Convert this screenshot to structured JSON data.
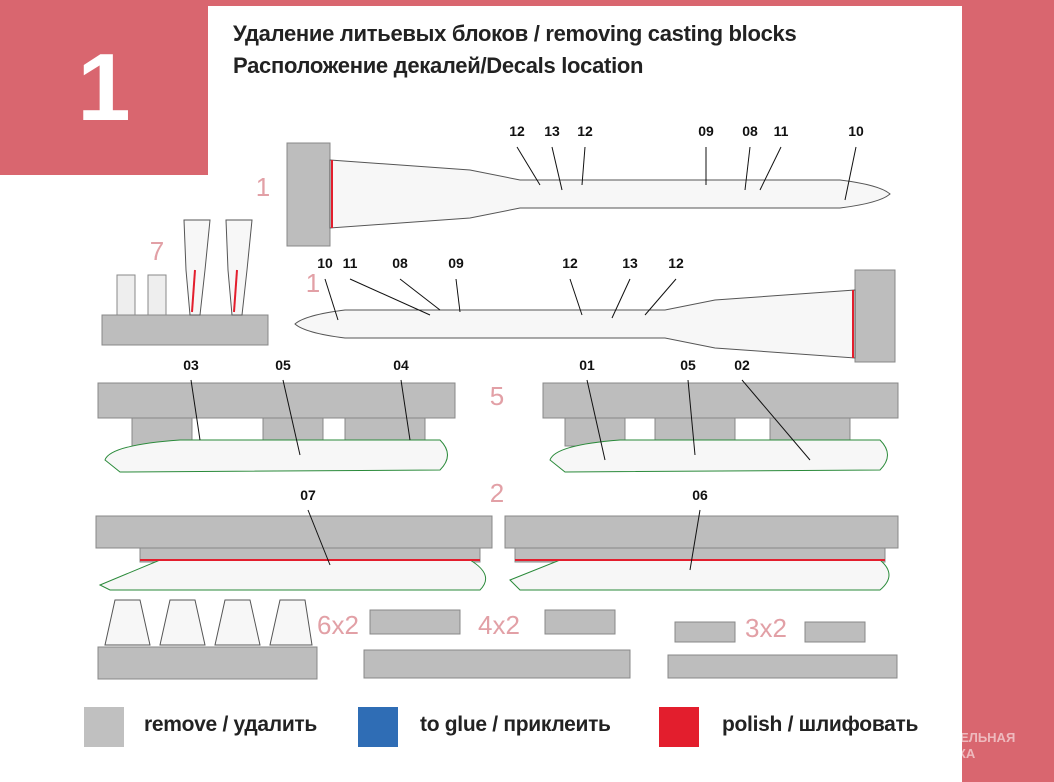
{
  "step_number": "1",
  "title": {
    "line1": "Удаление литьевых блоков / removing casting blocks",
    "line2": "Расположение декалей/Decals location"
  },
  "part_numbers": {
    "missile_top": "1",
    "nozzle": "7",
    "missile_bottom": "1",
    "launcher_rail": "5",
    "pylon": "2"
  },
  "quantities": {
    "fins": "6x2",
    "clamp": "4x2",
    "adapter": "3x2"
  },
  "decal_labels": {
    "missile_top": [
      "12",
      "13",
      "12",
      "09",
      "08",
      "11",
      "10"
    ],
    "missile_bottom": [
      "10",
      "11",
      "08",
      "09",
      "12",
      "13",
      "12"
    ],
    "rails": [
      "03",
      "05",
      "04",
      "01",
      "05",
      "02"
    ],
    "pylons": [
      "07",
      "06"
    ]
  },
  "legend": [
    {
      "label": "remove / удалить",
      "color": "#c0c0c0"
    },
    {
      "label": "to glue / приклеить",
      "color": "#2f6db5"
    },
    {
      "label": "polish / шлифовать",
      "color": "#e31e2d"
    }
  ],
  "colors": {
    "accent": "#d9666f",
    "part_numbers": "#e2a0a6"
  },
  "watermark": "МОДЕЛЬНАЯ ЛАВКА"
}
